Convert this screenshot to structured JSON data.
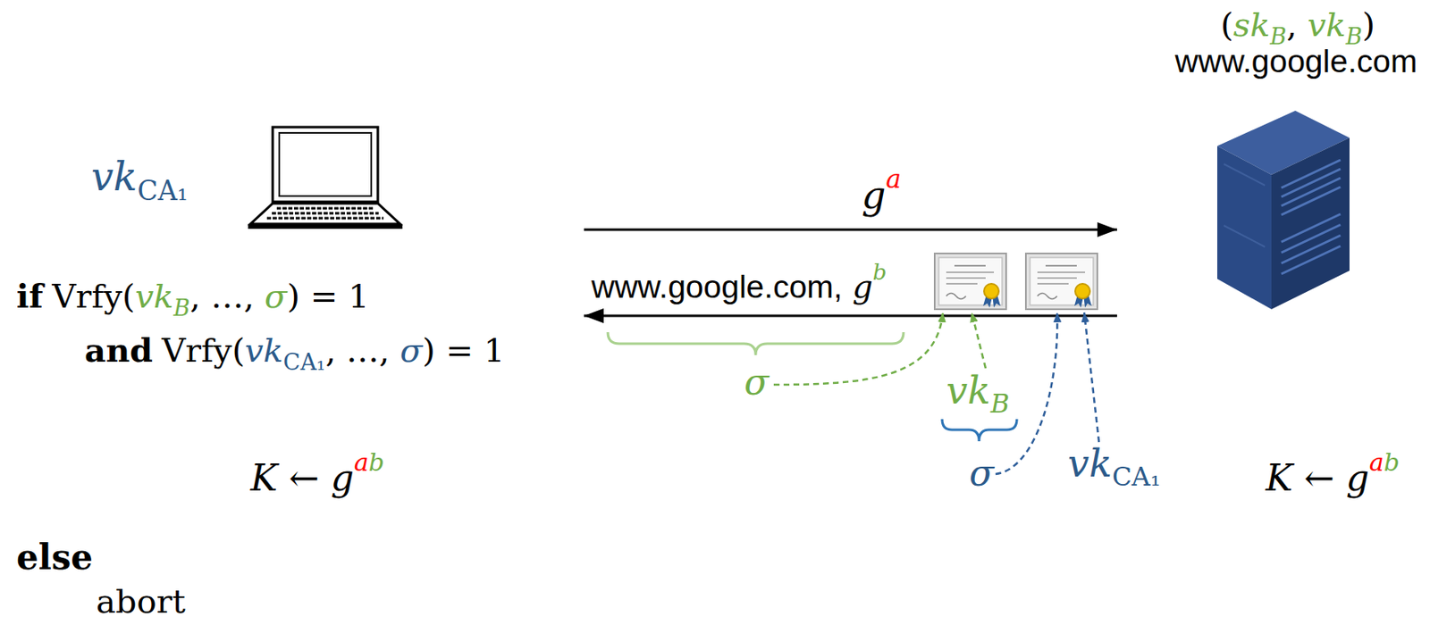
{
  "diagram": {
    "nodes": [
      {
        "text": [
          "vk",
          "CA₁"
        ]
      },
      {
        "text": [
          "(",
          "sk",
          "B",
          ", ",
          "vk",
          "B",
          ")",
          "www.google.com"
        ]
      }
    ],
    "edges": [
      {
        "from": 0,
        "to": 1,
        "arrow": "to",
        "label": "g"
      },
      {
        "from": 1,
        "to": 0,
        "arrow": "to",
        "label": "www.google.com,"
      }
    ],
    "labels": [
      "a",
      "g",
      "b",
      "if",
      "Vrfy(",
      "vk",
      "B",
      ", …, ",
      "σ",
      ") = 1",
      "and",
      "Vrfy(",
      "vk",
      "CA₁",
      ", …, ",
      "σ",
      ") = 1",
      "K ← g",
      "a",
      "b",
      "else",
      "abort",
      "σ",
      "vk",
      "B",
      "σ",
      "vk",
      "CA₁",
      "K ← g",
      "a",
      "b"
    ]
  }
}
